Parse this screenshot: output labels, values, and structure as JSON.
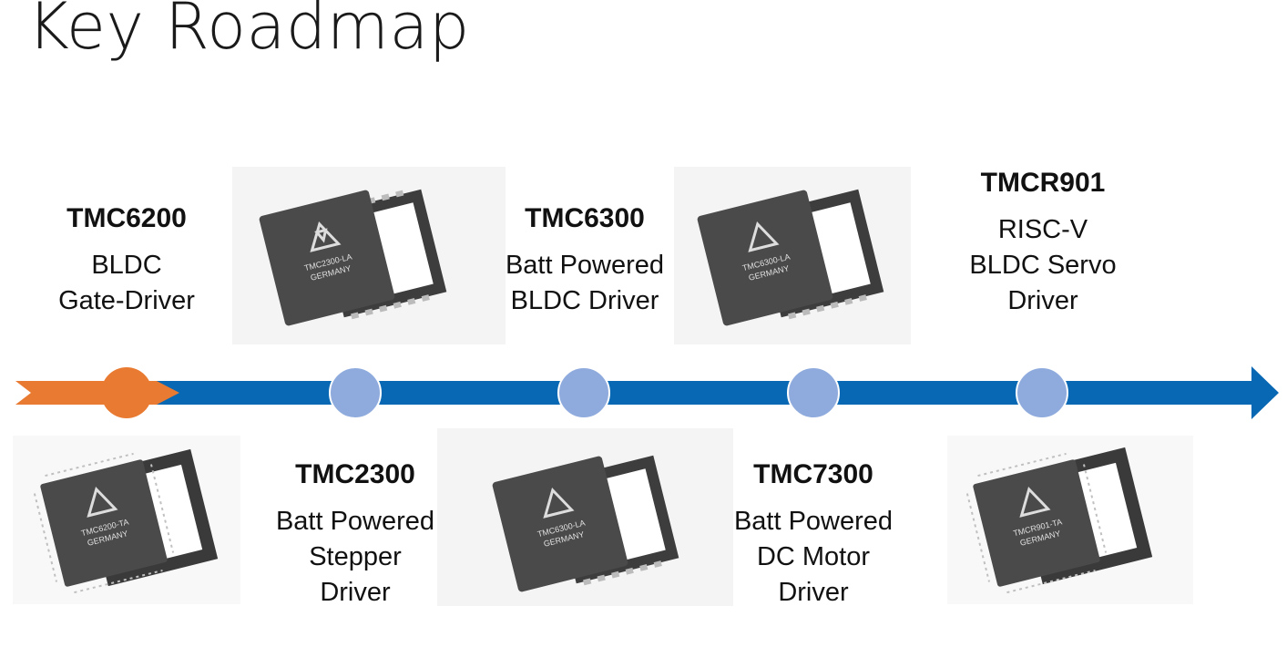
{
  "title": "Key Roadmap",
  "colors": {
    "timeline": "#0968b3",
    "current": "#e97a31",
    "milestone": "#8fabdd",
    "chip_body": "#4a4a4a",
    "pins": "#c8c8c8"
  },
  "milestones": [
    {
      "name": "TMC6200",
      "desc": "BLDC\nGate-Driver",
      "status": "current"
    },
    {
      "name": "TMC2300",
      "desc": "Batt Powered\nStepper\nDriver",
      "status": "planned"
    },
    {
      "name": "TMC6300",
      "desc": "Batt Powered\nBLDC Driver",
      "status": "planned"
    },
    {
      "name": "TMC7300",
      "desc": "Batt Powered\nDC Motor\nDriver",
      "status": "planned"
    },
    {
      "name": "TMCR901",
      "desc": "RISC-V\nBLDC Servo\nDriver",
      "status": "planned"
    }
  ],
  "chips": [
    {
      "marking": "TMC2300-LA",
      "country": "GERMANY",
      "package": "QFN"
    },
    {
      "marking": "TMC6300-LA",
      "country": "GERMANY",
      "package": "QFN"
    },
    {
      "marking": "TMC6200-TA",
      "country": "GERMANY",
      "package": "TQFP"
    },
    {
      "marking": "TMC6300-LA",
      "country": "GERMANY",
      "package": "QFN"
    },
    {
      "marking": "TMCR901-TA",
      "country": "GERMANY",
      "package": "TQFP"
    }
  ]
}
